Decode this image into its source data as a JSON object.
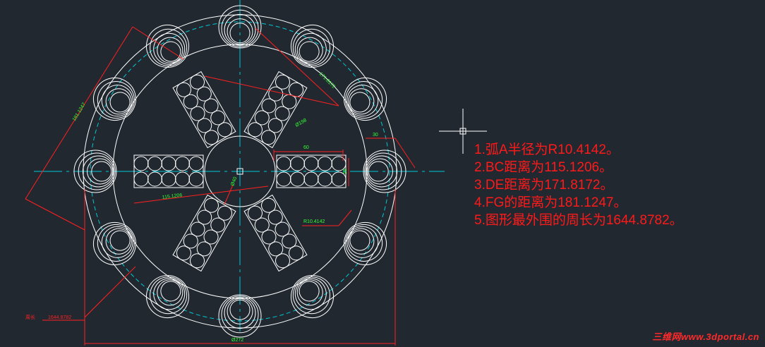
{
  "notes": [
    "1.弧A半径为R10.4142。",
    "2.BC距离为115.1206。",
    "3.DE距离为171.8172。",
    "4.FG的距离为181.1247。",
    "5.图形最外围的周长为1644.8782。"
  ],
  "dimensions": {
    "fg": "181.1247",
    "de": "171.8172",
    "bc": "115.1206",
    "r_dia": "Ø198",
    "slot_len": "60",
    "slot_w": "18",
    "notch": "30",
    "arc_r": "R10.4142",
    "hub_d": "Ø40",
    "overall": "Ø272",
    "perimeter_label": "周长",
    "perimeter_value": "1644.8782"
  },
  "watermark": "三维网www.3dportal.cn",
  "colors": {
    "background": "#212830",
    "geometry": "#ffffff",
    "center_lines": "#00c8d4",
    "dimensions": "#ff2020",
    "dim_text": "#33ff33",
    "notes": "#ff1a1a"
  }
}
